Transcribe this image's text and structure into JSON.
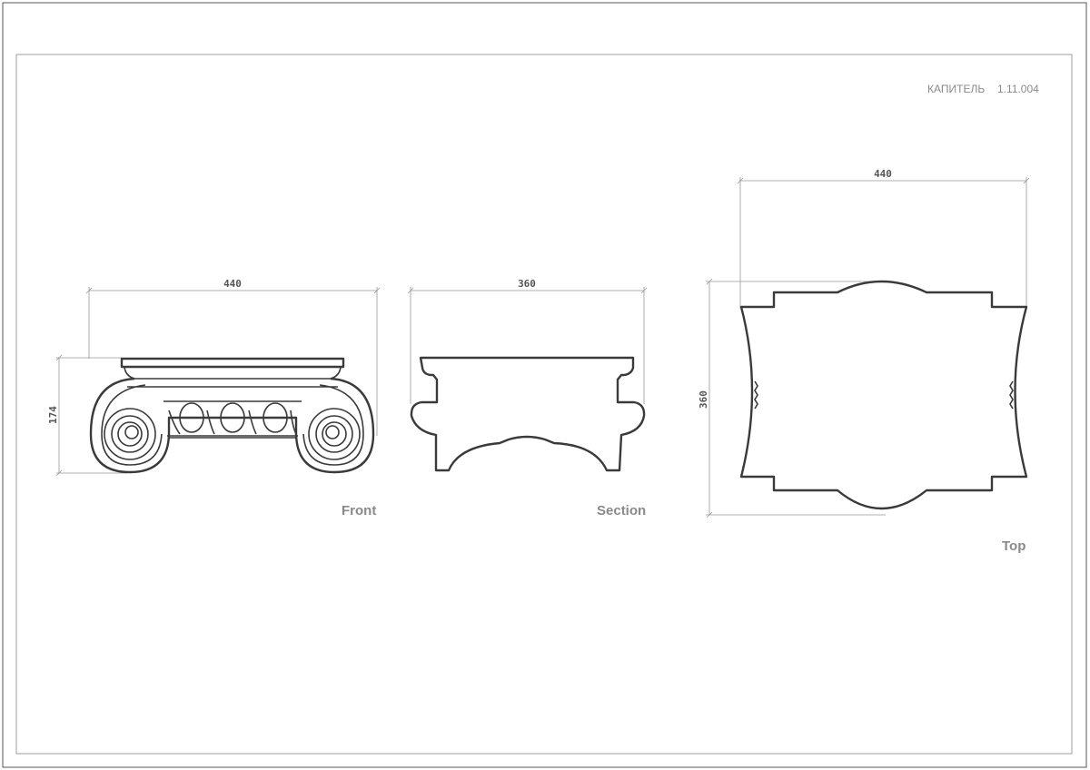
{
  "title": {
    "name": "КАПИТЕЛЬ",
    "code": "1.11.004"
  },
  "views": {
    "front": {
      "label": "Front",
      "width_dim": "440",
      "height_dim": "174"
    },
    "section": {
      "label": "Section",
      "width_dim": "360"
    },
    "top": {
      "label": "Top",
      "width_dim": "440",
      "height_dim": "360"
    }
  },
  "colors": {
    "outline": "#3a3a3a",
    "dimension": "#999999",
    "label": "#8a8a8a"
  }
}
